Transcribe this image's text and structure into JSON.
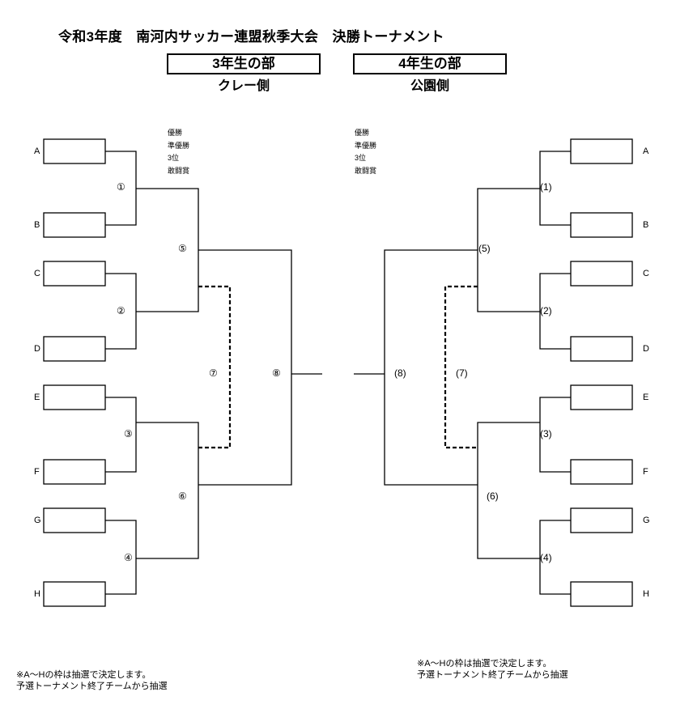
{
  "title": "令和3年度　南河内サッカー連盟秋季大会　決勝トーナメント",
  "left": {
    "division": "3年生の部",
    "venue": "クレー側",
    "awards": [
      "優勝",
      "準優勝",
      "3位",
      "敢闘賞"
    ],
    "slots": [
      "A",
      "B",
      "C",
      "D",
      "E",
      "F",
      "G",
      "H"
    ],
    "matches": {
      "m1": "①",
      "m2": "②",
      "m3": "③",
      "m4": "④",
      "m5": "⑤",
      "m6": "⑥",
      "m7": "⑦",
      "m8": "⑧"
    },
    "note": [
      "※A～Hの枠は抽選で決定します。",
      "予選トーナメント終了チームから抽選"
    ]
  },
  "right": {
    "division": "4年生の部",
    "venue": "公園側",
    "awards": [
      "優勝",
      "準優勝",
      "3位",
      "敢闘賞"
    ],
    "slots": [
      "A",
      "B",
      "C",
      "D",
      "E",
      "F",
      "G",
      "H"
    ],
    "matches": {
      "m1": "(1)",
      "m2": "(2)",
      "m3": "(3)",
      "m4": "(4)",
      "m5": "(5)",
      "m6": "(6)",
      "m7": "(7)",
      "m8": "(8)"
    },
    "note": [
      "※A～Hの枠は抽選で決定します。",
      "予選トーナメント終了チームから抽選"
    ]
  }
}
